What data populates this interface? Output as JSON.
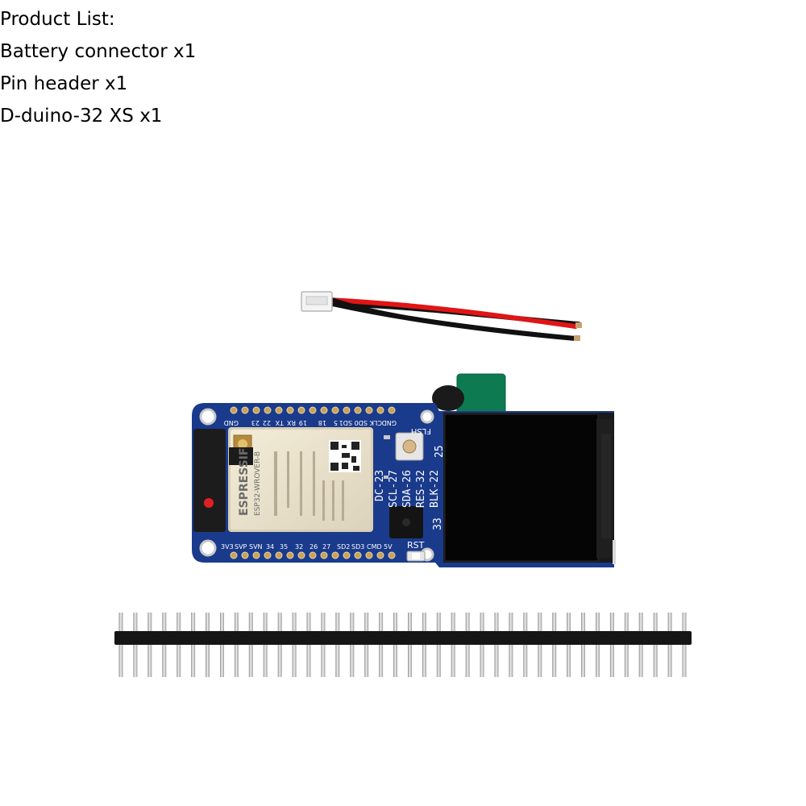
{
  "product_list": {
    "heading": "Product List:",
    "items": [
      "Battery connector x1",
      "Pin header x1",
      "D-duino-32 XS x1"
    ]
  },
  "board": {
    "top_pin_labels": [
      "GND",
      "23",
      "22",
      "TX",
      "RX",
      "19",
      "18",
      "5",
      "SD1",
      "SD0",
      "CLK",
      "GND"
    ],
    "bottom_pin_labels": [
      "3V3",
      "SVP",
      "SVN",
      "34",
      "35",
      "32",
      "26",
      "27",
      "SD2",
      "SD3",
      "CMD",
      "5V"
    ],
    "module_brand": "ESPRESSIF",
    "module_model": "ESP32-WROVER-B",
    "display_pins": [
      "DC-23",
      "SCL-27",
      "SDA-26",
      "RES-32",
      "BLK-22"
    ],
    "gpio_25": "25",
    "gpio_33": "33",
    "button_flash": "FLSH",
    "button_reset": "RST",
    "board_color": "#1a3a8c",
    "screen_color": "#050505"
  },
  "wire_colors": {
    "red": "#e01515",
    "black": "#111111"
  },
  "pin_header_pin_count": 40
}
